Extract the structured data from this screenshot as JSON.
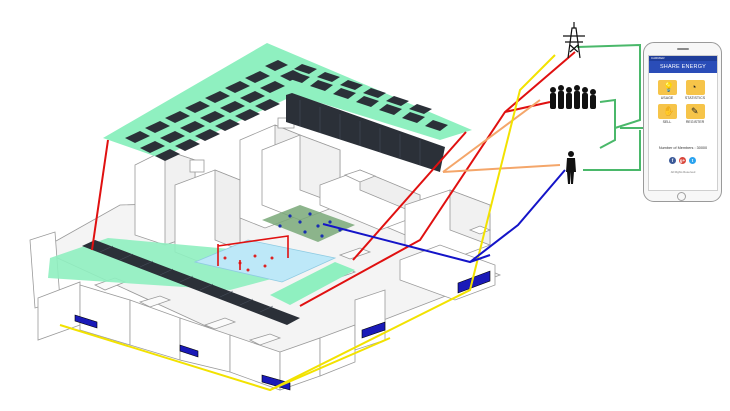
{
  "colors": {
    "solar_panel": "#2b3038",
    "green_roof": "#8ff0c0",
    "pool": "#bde8f8",
    "plaza": "#79a878",
    "red_line": "#e01010",
    "blue_line": "#1414c8",
    "yellow_line": "#f2e200",
    "orange_line": "#f4a66a",
    "green_line": "#4ab86a",
    "app_header": "#2a4db8",
    "tile": "#f6c449"
  },
  "icons": [
    "transmission-tower-icon",
    "group-of-people-icon",
    "single-person-icon",
    "smartphone-icon",
    "lightbulb-icon",
    "gauge-icon",
    "hand-coin-icon",
    "pen-icon",
    "facebook-icon",
    "google-plus-icon",
    "twitter-icon"
  ],
  "phone": {
    "status": "CARRIER",
    "app_title": "SHARE ENERGY",
    "tiles": [
      "USAGE",
      "STATISTICS",
      "SELL",
      "REGISTER"
    ],
    "members": "Number of Members : 30000",
    "socials": [
      "f",
      "g+",
      "t"
    ],
    "footer": "All Rights Reserved"
  }
}
